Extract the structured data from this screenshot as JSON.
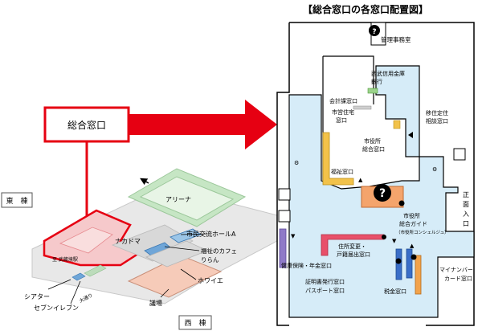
{
  "title": "【総合窓口の各窓口配置図】",
  "callout": {
    "label": "総合窓口"
  },
  "building_map": {
    "east_building": "東　棟",
    "west_building": "西　棟",
    "arena": "アリーナ",
    "nakadoma": "ナカドマ",
    "civic_hall": "市民交流ホールA",
    "welfare_cafe_line1": "福祉のカフェ",
    "welfare_cafe_line2": "りらん",
    "foyer": "ホワイエ",
    "assembly": "議場",
    "theater": "シアター",
    "seven_eleven": "セブンイレブン",
    "station_road": "至 武蔵境駅",
    "odori_street": "大通り"
  },
  "floor_plan": {
    "management_office": "管理事務室",
    "bank_line1": "西武信用金庫",
    "bank_line2": "銀行",
    "accounting": "会計課窓口",
    "housing_line1": "市営住宅",
    "housing_line2": "窓口",
    "relocation_line1": "移住定住",
    "relocation_line2": "相談窓口",
    "city_window_line1": "市役所",
    "city_window_line2": "総合窓口",
    "welfare_window": "福祉窓口",
    "guide_line1": "市役所",
    "guide_line2": "総合ガイド",
    "guide_line3": "（市役所コンシェルジュ）",
    "address_change_line1": "住所変更・",
    "address_change_line2": "戸籍届出窓口",
    "health_insurance": "健康保険・年金窓口",
    "certificate_line1": "証明書発行窓口",
    "certificate_line2": "パスポート窓口",
    "tax_window": "税金窓口",
    "mynumber_line1": "マイナンバー",
    "mynumber_line2": "カード窓口",
    "entrance_char1": "正",
    "entrance_char2": "面",
    "entrance_char3": "入",
    "entrance_char4": "口",
    "help_symbol": "?"
  },
  "colors": {
    "callout_red": "#e60012",
    "info_blue": "#d6ecf8",
    "arena_green": "#bfe3c0",
    "foyer_pink": "#f5c6b4",
    "guide_orange": "#f4a46c"
  }
}
